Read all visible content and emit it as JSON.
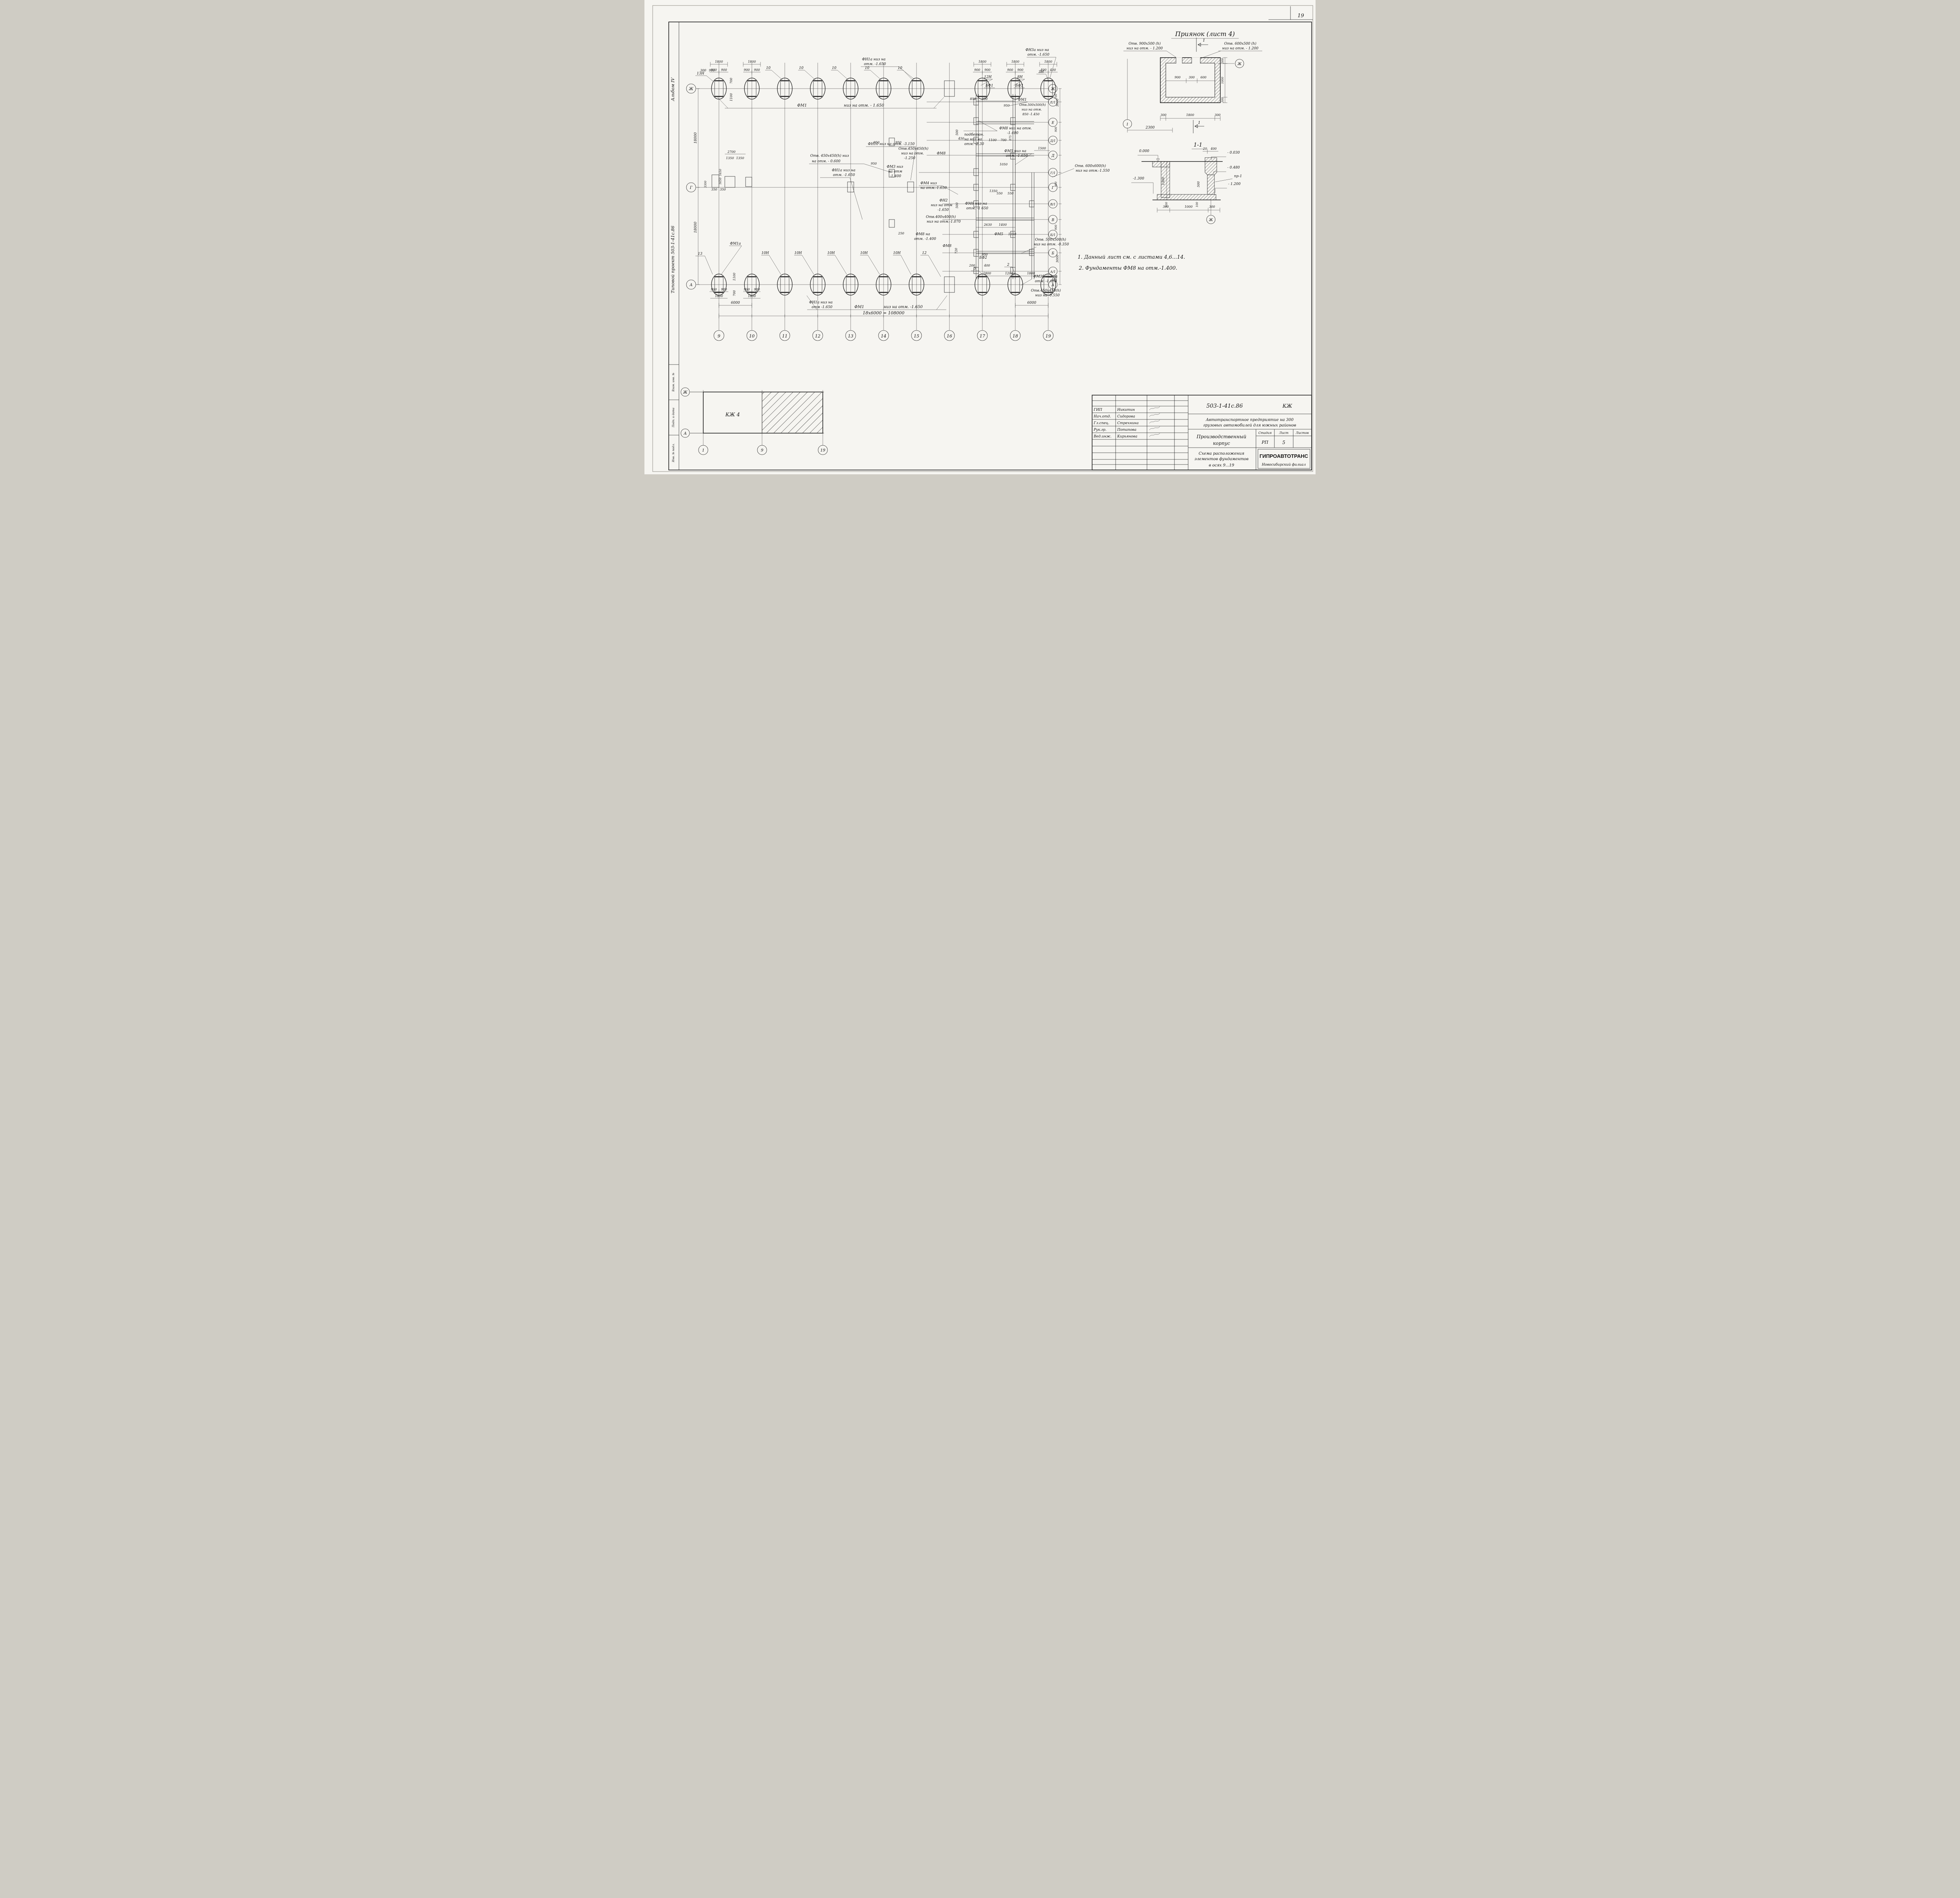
{
  "page": {
    "number": "19"
  },
  "margin": {
    "album": "Альбом IV",
    "project": "Типовой проект 503-1-41с.86",
    "stamp_top": "Взам. инв. №",
    "stamp_mid": "Подп. и дата",
    "stamp_bot": "Инв. № подл."
  },
  "keyplan": {
    "label": "КЖ 4",
    "ax_top": "Ж",
    "ax_bot": "А",
    "c1": "1",
    "c9": "9",
    "c19": "19"
  },
  "plan": {
    "cols": [
      "9",
      "10",
      "11",
      "12",
      "13",
      "14",
      "15",
      "16",
      "17",
      "18",
      "19"
    ],
    "axes": {
      "zh": "Ж",
      "e1": "Е/1",
      "e": "Е",
      "d1": "Д/1",
      "d": "Д",
      "g1": "Г/1",
      "g": "Г",
      "v1": "В/1",
      "v": "В",
      "b1": "Б/1",
      "b": "Б",
      "a1": "А/1",
      "a": "А"
    },
    "labels": {
      "l13n": "13Н",
      "l10": "10",
      "l10h": "10Н",
      "l12n": "12Н",
      "l8n": "8Н",
      "l3n": "3Н",
      "l13": "13",
      "l12": "12",
      "l5": "5",
      "l2": "2",
      "bf1": "БФ1",
      "bf3": "БФ3",
      "bf2": "БФ2",
      "fm1_top": "ФМ1",
      "fm1_top_note": "низ на отм. - 1.650",
      "fn1a_t1": "ФН1а низ на",
      "fn1a_t2": "отм. -1.650",
      "fn3a_1": "ФН3а низ на",
      "fn3a_2": "отм. -1.650",
      "fm1_r": "ФМ1",
      "otv500a_1": "Отв.500x500(h)",
      "otv500a_2": "низ на отм.",
      "otv500a_3": "850 -1.450",
      "fm8_1": "ФМ8 низ на отм.",
      "fm8_2": "-1.400",
      "pb_1": "подбетон.",
      "pb_2": "на низ на",
      "pb_3": "отм. -2.30",
      "fm5_1": "ФМ5 низ на",
      "fm5_2": "отм. -1.650",
      "otv450a_1": "Отв.450x450(h)",
      "otv450a_2": "низ на отм.",
      "otv450a_3": "-1.250",
      "fm8s": "ФМ8",
      "fm3_1": "ФМ3 низ",
      "fm3_2": "на отм",
      "fm3_3": "-1.400",
      "fm4_1": "ФМ4 низ",
      "fm4_2": "на отм.-1.650",
      "otv600_1": "Отв. 600x600(h)",
      "otv600_2": "низ на отм.-1.550",
      "fn10": "ФН10 низ на отм. -3.150",
      "otv450b_1": "Отв. 450x450(h) низ",
      "otv450b_2": "на отм. - 0.600",
      "fn1a_m1": "ФН1а низ на",
      "fn1a_m2": "отм. -1.650",
      "fn2_1": "ФН2",
      "fn2_2": "низ на отм",
      "fn2_3": "-1.650",
      "fm6_1": "ФМ6 низ на",
      "fm6_2": "отм. -1 650",
      "otv400_1": "Отв.400x400(h)",
      "otv400_2": "низ на отм.-1.070",
      "fm8b_1": "ФМ8 на",
      "fm8b_2": "отм. -1.400",
      "fm8c": "ФМ8",
      "fm5b": "ФМ5",
      "otv500b_1": "Отв. 500x500(h)",
      "otv500b_2": "низ на отм. -0.350",
      "fm3b_1": "ФМ3б низ на",
      "fm3b_2": "отм. -1.650",
      "otv450c_1": "Отв.450x450(h)",
      "otv450c_2": "низ на -0.550",
      "fm1a": "ФМ1а",
      "fn1a_b1": "ФН1а низ на",
      "fn1a_b2": "отм -1.650",
      "fm1_b": "ФМ1",
      "fm1_b_note": "низ на отм. -1.650"
    },
    "dims": {
      "d200": "200",
      "d250": "250",
      "d300": "300",
      "d350": "350",
      "d400": "400",
      "d450": "450",
      "d500": "500",
      "d550": "550",
      "d700": "700",
      "d720": "720",
      "d750": "750",
      "d850": "850",
      "d875": "875",
      "d900": "900",
      "d950": "950",
      "d1000": "1000",
      "d1050": "1050",
      "d1100": "1100",
      "d1200": "1200",
      "d1350": "1350",
      "d1400": "1400",
      "d1500": "1500",
      "d1650": "1650",
      "d1800": "1800",
      "d2630": "2630",
      "d2700": "2700",
      "d3000": "3000",
      "d3300": "3300",
      "d6000": "6000",
      "d18000": "18000",
      "total": "18x6000 = 108000"
    }
  },
  "detail": {
    "title": "Приянок (лист 4)",
    "holeL1": "Отв. 900x500 (h)",
    "holeL2": "низ на отм. - 1.200",
    "holeR1": "Отв. 600x500 (h)",
    "holeR2": "низ на отм. - 1.200",
    "axh": "Ж",
    "axv": "1",
    "mark": "1",
    "d900": "900",
    "d300": "300",
    "d600": "600",
    "d1800": "1800",
    "d2300": "2300",
    "d1000": "1000"
  },
  "section": {
    "title": "1-1",
    "e0": "0.000",
    "e030": "- 0.030",
    "e480": "- 0.480",
    "pr1": "пр-1",
    "e1200": "- 1.200",
    "e1300": "-1.300",
    "d20": "20",
    "d400": "400",
    "d1300": "1300",
    "d500": "500",
    "d100": "100",
    "d300": "300",
    "d1000": "1000",
    "axis": "Ж"
  },
  "notes": {
    "n1": "1. Данный лист см. с листами 4,6...14.",
    "n2": "2. Фундаменты ФМ8 на отм.-1.400."
  },
  "titleblock": {
    "doc": "503-1-41с.86",
    "mark": "КЖ",
    "proj1": "Автотранспортное предприятие на 300",
    "proj2": "грузовых автомобилей для южных районов",
    "obj1": "Производственный",
    "obj2": "корпус",
    "stage_h": "Стадия",
    "sheet_h": "Лист",
    "sheets_h": "Листов",
    "stage": "РП",
    "sheet": "5",
    "sheets": "",
    "name1": "Схема расположения",
    "name2": "элементов фундаментов",
    "name3": "в осях 9...19",
    "org": "ГИПРОАВТОТРАНС",
    "org2": "Новосибирский филиал",
    "roles": [
      {
        "r": "ГИП",
        "n": "Никитин"
      },
      {
        "r": "Нач.отд.",
        "n": "Сидорова"
      },
      {
        "r": "Гл.спец.",
        "n": "Стрехнина"
      },
      {
        "r": "Рук.гр.",
        "n": "Потапова"
      },
      {
        "r": "Вед.инж.",
        "n": "Кирьянова"
      }
    ]
  }
}
